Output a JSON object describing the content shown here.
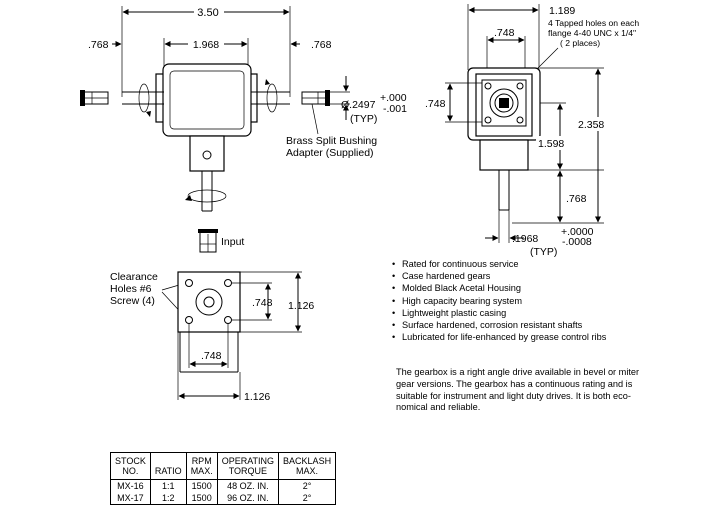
{
  "front_view": {
    "overall_width": "3.50",
    "left_shaft_extension": ".768",
    "housing_width": "1.968",
    "right_shaft_extension": ".768",
    "shaft_diameter": "Ø.2497",
    "shaft_tolerance_plus": "+.000",
    "shaft_tolerance_minus": "-.001",
    "typ": "(TYP)",
    "bushing_label_line1": "Brass Split Bushing",
    "bushing_label_line2": "Adapter (Supplied)",
    "input_label": "Input"
  },
  "side_view": {
    "overall_depth": "1.189",
    "flange_width": ".748",
    "tapped_holes_note": [
      "4 Tapped holes on each",
      "flange 4-40 UNC x 1/4\"",
      "( 2 places)"
    ],
    "flange_height": ".748",
    "overall_height": "2.358",
    "shaft_center_height": "1.598",
    "shaft_length": ".768",
    "shaft_diameter": ".1968",
    "shaft_tolerance_plus": "+.0000",
    "shaft_tolerance_minus": "-.0008",
    "typ": "(TYP)"
  },
  "bottom_view": {
    "clearance_label": [
      "Clearance",
      "Holes #6",
      "Screw (4)"
    ],
    "hole_spacing_vertical": ".748",
    "flange_size_vertical": "1.126",
    "hole_spacing_horizontal": ".748",
    "flange_size_horizontal": "1.126"
  },
  "features": [
    "Rated for continuous service",
    "Case hardened gears",
    "Molded Black Acetal Housing",
    "High capacity bearing system",
    "Lightweight plastic casing",
    "Surface hardened, corrosion resistant shafts",
    "Lubricated for life-enhanced by grease control ribs"
  ],
  "description": [
    "The gearbox is a right angle drive available in bevel or miter",
    "gear versions. The gearbox has a continuous rating and is",
    "suitable for instrument and light duty drives. It is both eco-",
    "nomical and reliable."
  ],
  "spec_table": {
    "headers": [
      [
        "STOCK",
        "NO."
      ],
      [
        "",
        "RATIO"
      ],
      [
        "RPM",
        "MAX."
      ],
      [
        "OPERATING",
        "TORQUE"
      ],
      [
        "BACKLASH",
        "MAX."
      ]
    ],
    "rows": [
      [
        "MX-16",
        "1:1",
        "1500",
        "48 OZ. IN.",
        "2°"
      ],
      [
        "MX-17",
        "1:2",
        "1500",
        "96 OZ. IN.",
        "2°"
      ]
    ]
  }
}
